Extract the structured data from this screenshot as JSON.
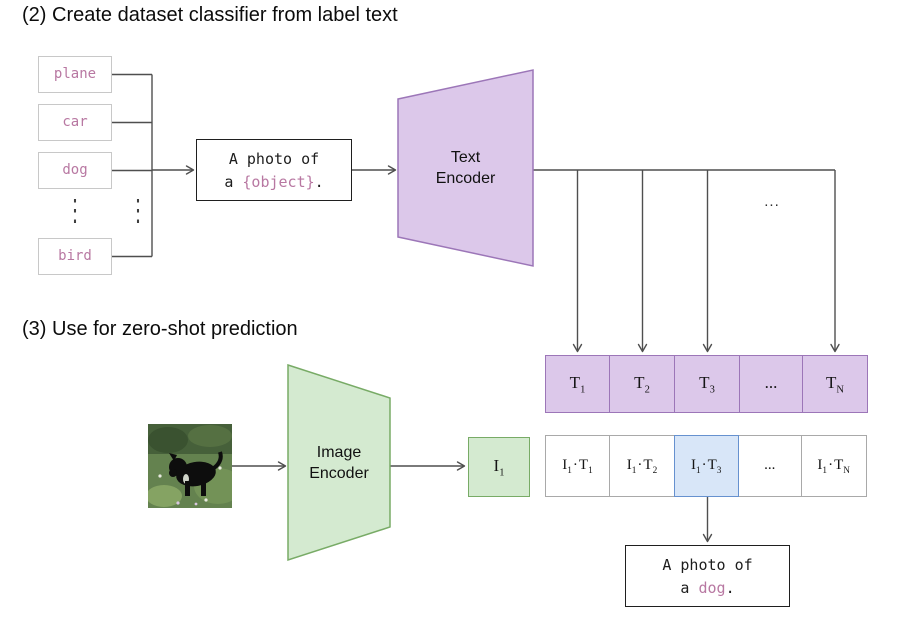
{
  "colors": {
    "purple_fill": "#dcc8ea",
    "purple_border": "#9c76b8",
    "green_fill": "#d4ead0",
    "green_border": "#78ab66",
    "blue_fill": "#d8e6f8",
    "blue_border": "#6691cf",
    "code_pink": "#b878a2",
    "line": "#4f4f4f",
    "label_box_border": "#c8c8c8",
    "cell_border": "#a9a9a9",
    "dark_box_border": "#1f1f1f"
  },
  "section2": {
    "title": "(2) Create dataset classifier from label text",
    "class_labels": [
      "plane",
      "car",
      "dog",
      "bird"
    ],
    "ellipsis_vertical": "⋮",
    "prompt_box": {
      "line1": "A photo of",
      "line2_prefix": "a ",
      "line2_object": "{object}",
      "line2_suffix": "."
    },
    "text_encoder": {
      "line1": "Text",
      "line2": "Encoder"
    },
    "ellipsis_horizontal": "...",
    "t_row": [
      {
        "base": "T",
        "sub": "1"
      },
      {
        "base": "T",
        "sub": "2"
      },
      {
        "base": "T",
        "sub": "3"
      },
      {
        "base": "..."
      },
      {
        "base": "T",
        "sub": "N"
      }
    ]
  },
  "section3": {
    "title": "(3) Use for zero-shot prediction",
    "image_encoder": {
      "line1": "Image",
      "line2": "Encoder"
    },
    "image_embedding": {
      "base": "I",
      "sub": "1"
    },
    "it_row": [
      {
        "i": "I",
        "i_sub": "1",
        "dot": "·",
        "t": "T",
        "t_sub": "1"
      },
      {
        "i": "I",
        "i_sub": "1",
        "dot": "·",
        "t": "T",
        "t_sub": "2"
      },
      {
        "i": "I",
        "i_sub": "1",
        "dot": "·",
        "t": "T",
        "t_sub": "3"
      },
      {
        "label": "..."
      },
      {
        "i": "I",
        "i_sub": "1",
        "dot": "·",
        "t": "T",
        "t_sub": "N"
      }
    ],
    "prediction_box": {
      "line1": "A photo of",
      "line2_prefix": "a ",
      "line2_object": "dog",
      "line2_suffix": "."
    }
  }
}
